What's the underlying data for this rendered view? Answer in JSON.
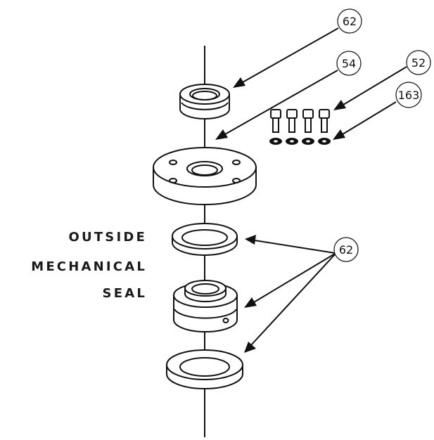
{
  "callouts": {
    "c62_top": "62",
    "c54": "54",
    "c52": "52",
    "c163": "163",
    "c62_seal": "62"
  },
  "caption": {
    "line1": "OUTSIDE",
    "line2": "MECHANICAL",
    "line3": "SEAL"
  }
}
